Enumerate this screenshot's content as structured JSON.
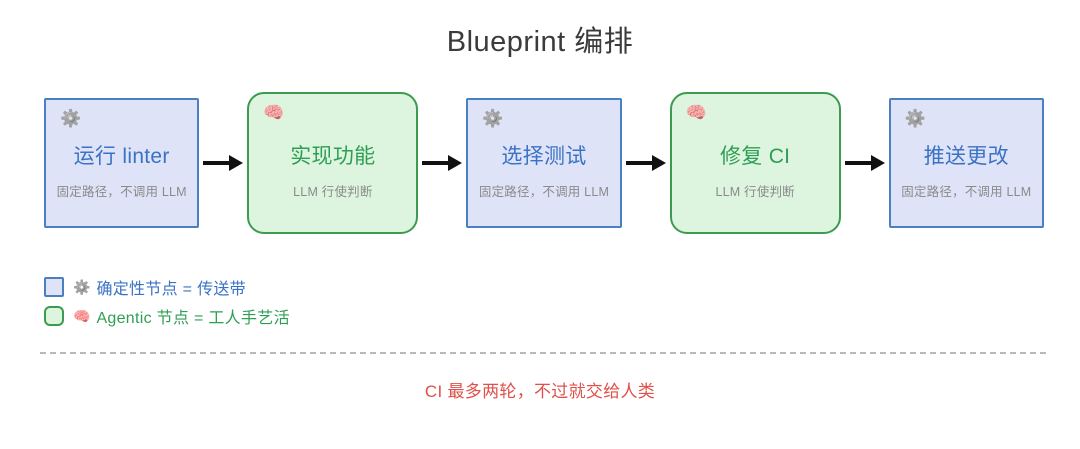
{
  "title": "Blueprint 编排",
  "flow": {
    "nodes": [
      {
        "kind": "deterministic",
        "icon": "gear-icon",
        "icon_glyph": "⚙️",
        "title": "运行 linter",
        "subtitle": "固定路径，不调用 LLM"
      },
      {
        "kind": "agentic",
        "icon": "brain-icon",
        "icon_glyph": "🧠",
        "title": "实现功能",
        "subtitle": "LLM 行使判断"
      },
      {
        "kind": "deterministic",
        "icon": "gear-icon",
        "icon_glyph": "⚙️",
        "title": "选择测试",
        "subtitle": "固定路径，不调用 LLM"
      },
      {
        "kind": "agentic",
        "icon": "brain-icon",
        "icon_glyph": "🧠",
        "title": "修复 CI",
        "subtitle": "LLM 行使判断"
      },
      {
        "kind": "deterministic",
        "icon": "gear-icon",
        "icon_glyph": "⚙️",
        "title": "推送更改",
        "subtitle": "固定路径，不调用 LLM"
      }
    ],
    "connector": "arrow-right-icon"
  },
  "legend": {
    "items": [
      {
        "kind": "deterministic",
        "icon": "gear-icon",
        "icon_glyph": "⚙️",
        "label": "确定性节点 = 传送带"
      },
      {
        "kind": "agentic",
        "icon": "brain-icon",
        "icon_glyph": "🧠",
        "label": "Agentic 节点 = 工人手艺活"
      }
    ]
  },
  "footnote": "CI 最多两轮，不过就交给人类",
  "colors": {
    "deterministic_fill": "#dfe3f8",
    "deterministic_border": "#4a7fc1",
    "deterministic_text": "#3a72c4",
    "agentic_fill": "#ddf5de",
    "agentic_border": "#3c9b4e",
    "agentic_text": "#2f9e55",
    "subtitle_text": "#8a8a8a",
    "title_text": "#3b3b3b",
    "footnote_text": "#e0504a",
    "divider": "#b9b9b9",
    "arrow": "#111111"
  }
}
